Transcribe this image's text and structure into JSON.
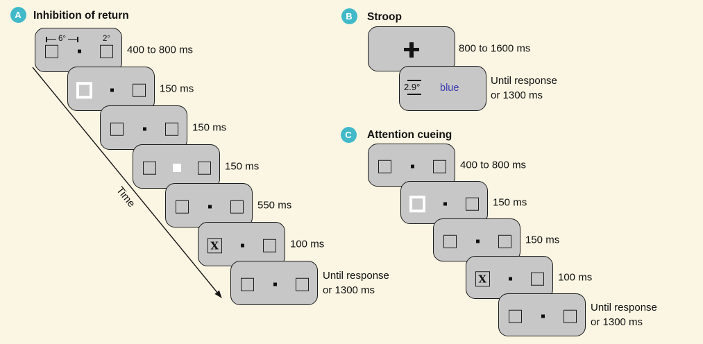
{
  "figure": {
    "description_domain": "task-paradigm-figure"
  },
  "colors": {
    "background": "#fbf6e3",
    "screen_fill": "#c7c7c7",
    "screen_border": "#1b1b1b",
    "badge_teal": "#41b9c9",
    "cue_white": "#ffffff",
    "word_blue": "#3b3bb2",
    "text": "#111111"
  },
  "panels": [
    {
      "badge": "A",
      "title": "Inhibition of return",
      "time_label": "Time",
      "annotations": {
        "eccentricity": "6°",
        "box_size": "2°"
      },
      "screens": [
        {
          "type": "fixation",
          "label1": "400 to 800 ms"
        },
        {
          "type": "cue-left",
          "label1": "150 ms"
        },
        {
          "type": "fixation",
          "label1": "150 ms"
        },
        {
          "type": "cue-center",
          "label1": "150 ms"
        },
        {
          "type": "fixation",
          "label1": "550 ms"
        },
        {
          "type": "target-left",
          "target": "X",
          "label1": "100 ms"
        },
        {
          "type": "fixation",
          "label1": "Until response",
          "label2": "or 1300 ms"
        }
      ]
    },
    {
      "badge": "B",
      "title": "Stroop",
      "screens": [
        {
          "type": "fixation-cross",
          "label1": "800 to 1600 ms"
        },
        {
          "type": "word",
          "word": "blue",
          "word_size": "2.9°",
          "label1": "Until response",
          "label2": "or 1300 ms"
        }
      ]
    },
    {
      "badge": "C",
      "title": "Attention cueing",
      "screens": [
        {
          "type": "fixation",
          "label1": "400 to 800 ms"
        },
        {
          "type": "cue-left",
          "label1": "150 ms"
        },
        {
          "type": "fixation",
          "label1": "150 ms"
        },
        {
          "type": "target-left",
          "target": "X",
          "label1": "100 ms"
        },
        {
          "type": "fixation",
          "label1": "Until response",
          "label2": "or 1300 ms"
        }
      ]
    }
  ]
}
